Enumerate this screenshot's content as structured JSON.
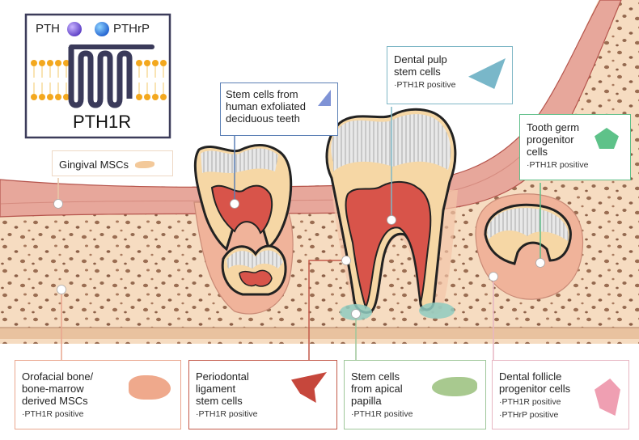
{
  "legend": {
    "pth": "PTH",
    "pthrp": "PTHrP",
    "receptor": "PTH1R"
  },
  "labels": {
    "gingival": "Gingival MSCs",
    "shed": [
      "Stem cells from",
      "human exfoliated",
      "deciduous teeth"
    ],
    "pulp": [
      "Dental pulp",
      "stem cells"
    ],
    "germ": [
      "Tooth germ",
      "progenitor",
      "cells"
    ],
    "orofacial": [
      "Orofacial bone/",
      "bone-marrow",
      "derived MSCs"
    ],
    "pdl": [
      "Periodontal",
      "ligament",
      "stem cells"
    ],
    "apical": [
      "Stem cells",
      "from apical",
      "papilla"
    ],
    "follicle": [
      "Dental follicle",
      "progenitor cells"
    ]
  },
  "markers": {
    "pth1r": "·PTH1R positive",
    "pthrp": "·PTHrP positive"
  },
  "colors": {
    "bone": "#f4dcc0",
    "gum": "#e8a59a",
    "pulp": "#d8544a",
    "dentin": "#f6d9a8",
    "enamel": "#d9d9d9",
    "legend_border": "#3c3c5a",
    "shed_border": "#5b7fb5",
    "pulp_border": "#7fb7c6",
    "germ_border": "#5fbf8a",
    "apical_border": "#9fc79a",
    "follicle_border": "#e7b6c2",
    "pdl_border": "#c45a4a",
    "orofacial_border": "#e9a58d"
  }
}
